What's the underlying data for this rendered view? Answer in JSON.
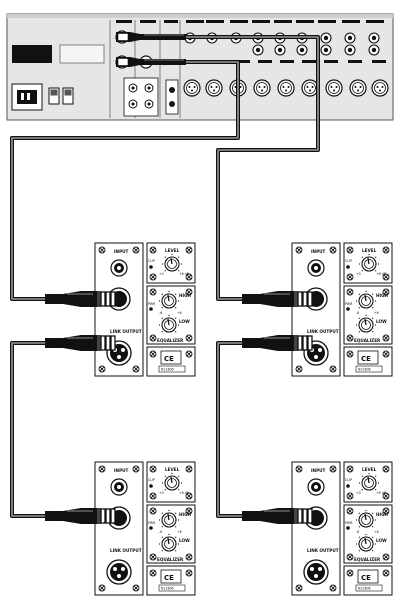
{
  "speaker_panel": {
    "input_label": "INPUT",
    "link_output_label": "LINK OUTPUT",
    "level_label": "LEVEL",
    "level_min": "+0",
    "level_max": "+6 dB",
    "clip_label": "CLIP",
    "high_label": "HIGH",
    "low_label": "LOW",
    "eq_min": "-6",
    "eq_max": "+6",
    "equalizer_label": "EQUALIZER",
    "power_label": "PWR",
    "ce_mark": "CE",
    "cert_code": "N11806"
  },
  "speakers": [
    {
      "position": "top-left"
    },
    {
      "position": "top-right"
    },
    {
      "position": "bottom-left"
    },
    {
      "position": "bottom-right"
    }
  ],
  "cables": [
    {
      "from": "rack-output-1",
      "to": "top-right-input"
    },
    {
      "from": "rack-output-2",
      "to": "top-left-input"
    },
    {
      "from": "top-left-link-output",
      "to": "bottom-left-input"
    },
    {
      "from": "top-right-link-output",
      "to": "bottom-right-input"
    }
  ]
}
